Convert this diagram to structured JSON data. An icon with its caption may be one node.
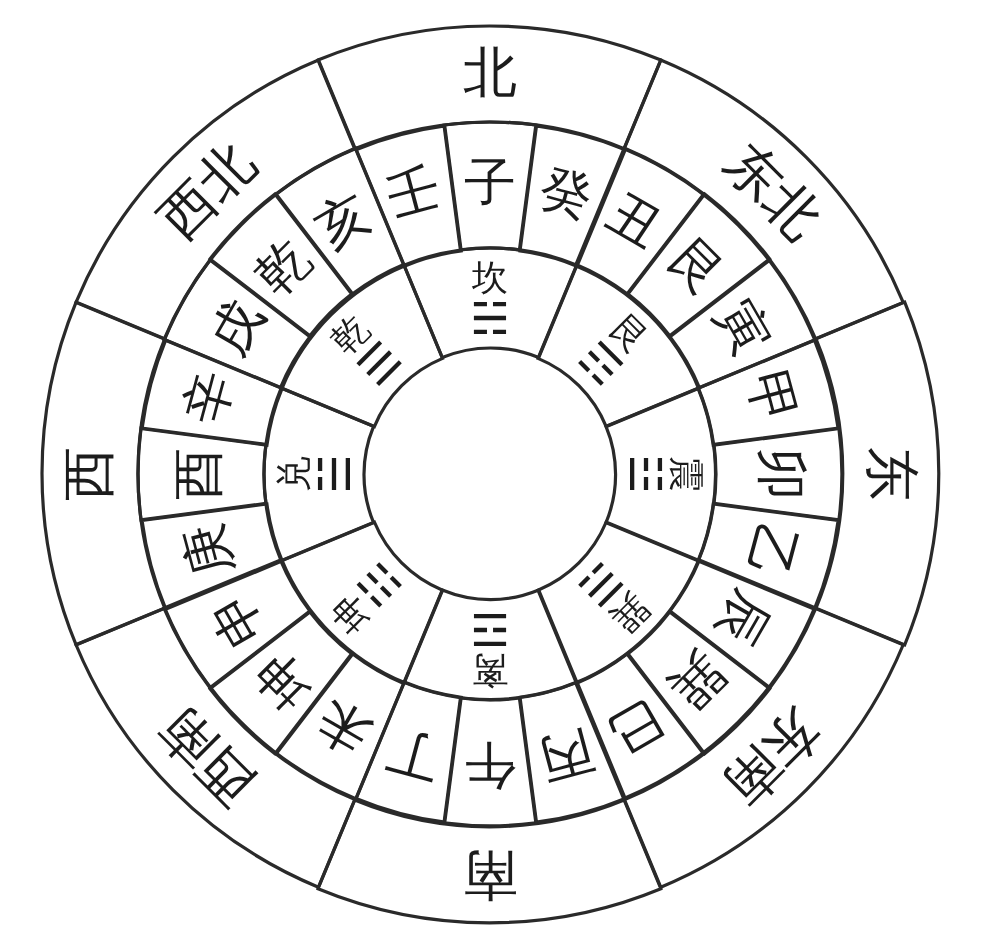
{
  "diagram": {
    "nodes": [
      {
        "text": [
          "北"
        ]
      },
      {
        "text": [
          "东北"
        ]
      },
      {
        "text": [
          "东"
        ]
      },
      {
        "text": [
          "东南"
        ]
      },
      {
        "text": [
          "南"
        ]
      },
      {
        "text": [
          "西南"
        ]
      },
      {
        "text": [
          "西"
        ]
      },
      {
        "text": [
          "西北"
        ]
      },
      {
        "text": [
          "壬"
        ]
      },
      {
        "text": [
          "子"
        ]
      },
      {
        "text": [
          "癸"
        ]
      },
      {
        "text": [
          "丑"
        ]
      },
      {
        "text": [
          "艮"
        ]
      },
      {
        "text": [
          "寅"
        ]
      },
      {
        "text": [
          "甲"
        ]
      },
      {
        "text": [
          "卯"
        ]
      },
      {
        "text": [
          "乙"
        ]
      },
      {
        "text": [
          "辰"
        ]
      },
      {
        "text": [
          "巽"
        ]
      },
      {
        "text": [
          "巳"
        ]
      },
      {
        "text": [
          "丙"
        ]
      },
      {
        "text": [
          "午"
        ]
      },
      {
        "text": [
          "丁"
        ]
      },
      {
        "text": [
          "未"
        ]
      },
      {
        "text": [
          "坤"
        ]
      },
      {
        "text": [
          "申"
        ]
      },
      {
        "text": [
          "庚"
        ]
      },
      {
        "text": [
          "酉"
        ]
      },
      {
        "text": [
          "辛"
        ]
      },
      {
        "text": [
          "戌"
        ]
      },
      {
        "text": [
          "乾"
        ]
      },
      {
        "text": [
          "亥"
        ]
      },
      {
        "text": [
          "坎",
          "☵"
        ]
      },
      {
        "text": [
          "艮",
          "☶"
        ]
      },
      {
        "text": [
          "震",
          "☳"
        ]
      },
      {
        "text": [
          "巽",
          "☴"
        ]
      },
      {
        "text": [
          "离",
          "☲"
        ]
      },
      {
        "text": [
          "坤",
          "☷"
        ]
      },
      {
        "text": [
          "兑",
          "☱"
        ]
      },
      {
        "text": [
          "乾",
          "☰"
        ]
      }
    ]
  }
}
